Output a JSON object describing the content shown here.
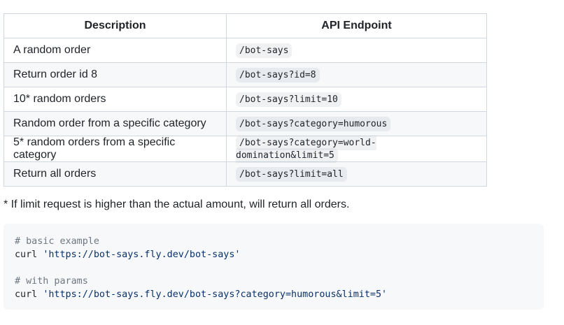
{
  "table": {
    "headers": [
      "Description",
      "API Endpoint"
    ],
    "rows": [
      {
        "description": "A random order",
        "endpoint": "/bot-says"
      },
      {
        "description": "Return order id 8",
        "endpoint": "/bot-says?id=8"
      },
      {
        "description": "10* random orders",
        "endpoint": "/bot-says?limit=10"
      },
      {
        "description": "Random order from a specific category",
        "endpoint": "/bot-says?category=humorous"
      },
      {
        "description": "5* random orders from a specific category",
        "endpoint": "/bot-says?category=world-domination&limit=5"
      },
      {
        "description": "Return all orders",
        "endpoint": "/bot-says?limit=all"
      }
    ]
  },
  "footnote": "* If limit request is higher than the actual amount, will return all orders.",
  "code": {
    "comment1": "# basic example",
    "cmd1": "curl ",
    "url1": "'https://bot-says.fly.dev/bot-says'",
    "comment2": "# with params",
    "cmd2": "curl ",
    "url2": "'https://bot-says.fly.dev/bot-says?category=humorous&limit=5'"
  },
  "colors": {
    "string": "#0a3069",
    "comment": "#6e7781",
    "code_bg": "#f6f8fa",
    "border": "#d0d7de"
  }
}
